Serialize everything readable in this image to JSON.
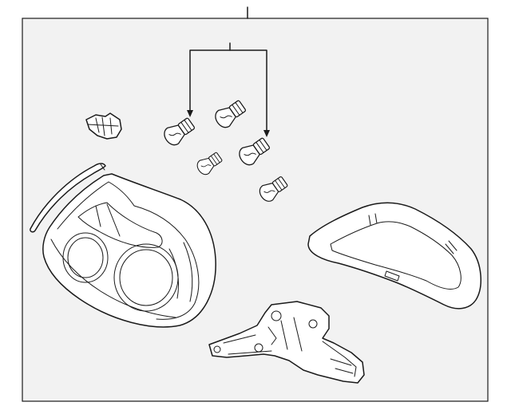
{
  "diagram": {
    "kind": "exploded parts diagram",
    "colors": {
      "background": "#ffffff",
      "panel": "#f2f2f2",
      "line": "#1a1a1a"
    },
    "parts": [
      {
        "id": "lamp-assembly"
      },
      {
        "id": "bulb"
      },
      {
        "id": "bulb"
      },
      {
        "id": "bulb"
      },
      {
        "id": "bulb"
      },
      {
        "id": "bulb"
      },
      {
        "id": "bulb"
      },
      {
        "id": "clip"
      },
      {
        "id": "seal-strip"
      },
      {
        "id": "gasket"
      },
      {
        "id": "socket-bracket"
      }
    ]
  }
}
